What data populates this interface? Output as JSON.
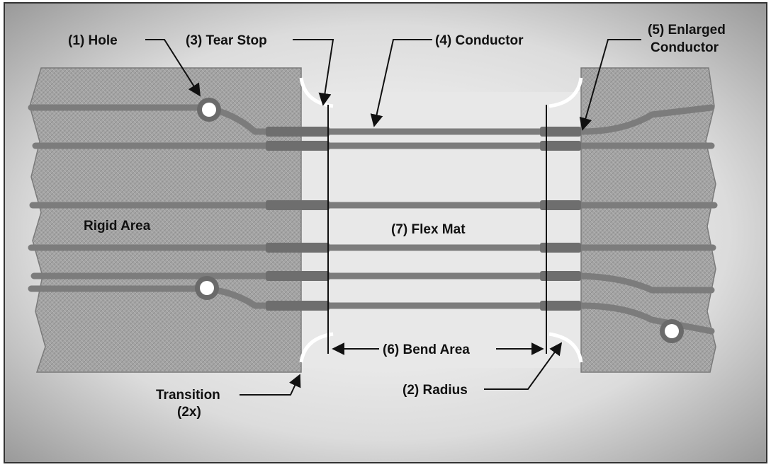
{
  "labels": {
    "hole": "(1) Hole",
    "tear_stop": "(3) Tear Stop",
    "conductor": "(4) Conductor",
    "enlarged_line1": "(5) Enlarged",
    "enlarged_line2": "Conductor",
    "rigid_area": "Rigid Area",
    "flex_mat": "(7) Flex Mat",
    "bend_area": "(6) Bend Area",
    "transition_line1": "Transition",
    "transition_line2": "(2x)",
    "radius": "(2) Radius"
  },
  "colors": {
    "rigid_fill": "#a2a2a2",
    "flex_fill": "#e6e6e6",
    "trace": "#7c7c7c",
    "ink": "#111111"
  }
}
